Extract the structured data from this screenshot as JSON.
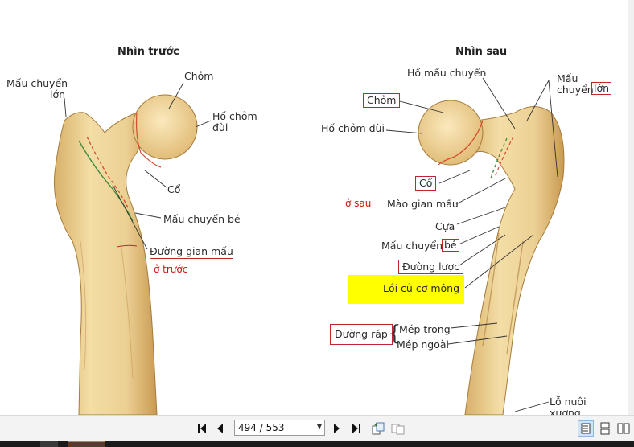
{
  "document": {
    "titles": {
      "front": "Nhìn trước",
      "back": "Nhìn sau"
    },
    "front_labels": {
      "greater_trochanter": [
        "Mấu chuyển",
        "lớn"
      ],
      "head": "Chỏm",
      "fovea": [
        "Hố chỏm",
        "đùi"
      ],
      "neck": "Cổ",
      "lesser_trochanter": "Mấu chuyển bé",
      "intertrochanteric_line": "Đường gian mấu",
      "front_note": "ở trước"
    },
    "back_labels": {
      "trochanteric_fossa": "Hố mấu chuyển",
      "greater_trochanter": [
        "Mấu",
        "chuyển",
        "lớn"
      ],
      "head": "Chỏm",
      "fovea": "Hố chỏm đùi",
      "neck": "Cổ",
      "back_note": "ở sau",
      "intertrochanteric_crest": "Mào gian mấu",
      "quadrate_tubercle": "Cựa",
      "lesser_trochanter": [
        "Mấu chuyển",
        "bé"
      ],
      "pectineal_line": "Đường lược",
      "gluteal_tuberosity": "Lồi củ cơ mông",
      "linea_aspera": "Đường ráp",
      "medial_lip": "Mép trong",
      "lateral_lip": "Mép ngoài",
      "nutrient_foramen": [
        "Lỗ nuôi",
        "xương"
      ]
    },
    "highlight_color": "#ffff00",
    "annotation_color": "#c0262d"
  },
  "toolbar": {
    "page_display": "494 / 553",
    "buttons": [
      "first-page-icon",
      "prev-page-icon",
      "next-page-icon",
      "last-page-icon",
      "rotate-icon",
      "swap-pages-icon",
      "single-page-view-icon",
      "continuous-view-icon",
      "two-page-view-icon"
    ]
  }
}
